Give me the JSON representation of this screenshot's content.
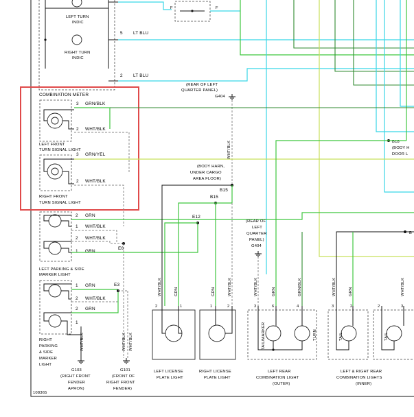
{
  "diagram_id": "108365",
  "components": {
    "left_turn_indic": [
      "LEFT TURN",
      "INDIC"
    ],
    "right_turn_indic": [
      "RIGHT TURN",
      "INDIC"
    ],
    "combination_meter": "COMBINATION METER",
    "left_front_turn": [
      "LEFT FRONT",
      "TURN SIGNAL LIGHT"
    ],
    "right_front_turn": [
      "RIGHT FRONT",
      "TURN SIGNAL LIGHT"
    ],
    "left_parking_side": [
      "LEFT PARKING & SIDE",
      "MARKER LIGHT"
    ],
    "right_parking_side": [
      "RIGHT",
      "PARKING",
      "& SIDE",
      "MARKER",
      "LIGHT"
    ],
    "left_license": [
      "LEFT LICENSE",
      "PLATE LIGHT"
    ],
    "right_license": [
      "RIGHT LICENSE",
      "PLATE LIGHT"
    ],
    "left_rear_combo": [
      "LEFT REAR",
      "COMBINATION LIGHT",
      "(OUTER)"
    ],
    "lr_rear_combo": [
      "LEFT & RIGHT REAR",
      "COMBINATION LIGHTS",
      "(INNER)"
    ]
  },
  "grounds": {
    "g103": [
      "G103",
      "(RIGHT FRONT",
      "FENDER",
      "APRON)"
    ],
    "g101": [
      "G101",
      "(FRONT OF",
      "RIGHT FRONT",
      "FENDER)"
    ],
    "g404_top": [
      "(REAR OF LEFT",
      "QUARTER PANEL)",
      "G404"
    ],
    "g404_mid": [
      "(REAR OF",
      "LEFT",
      "QUARTER",
      "PANEL)",
      "G404"
    ]
  },
  "splices": {
    "b15": "B15",
    "b15_note": [
      "(BODY HARN,",
      "UNDER CARGO",
      "AREA FLOOR)"
    ],
    "b18": "B18",
    "b18_note": [
      "(BODY H",
      "DOOR L"
    ],
    "e12": "E12",
    "e6": "E6",
    "e3": "E3",
    "b_right": "B"
  },
  "wires": {
    "lt_blu": "LT BLU",
    "grn_blk": "GRN/BLK",
    "wht_blk": "WHT/BLK",
    "grn_yel": "GRN/YEL",
    "grn": "GRN",
    "f": "F"
  },
  "pins": {
    "p1": "1",
    "p2": "2",
    "p3": "3",
    "p4": "4",
    "p5": "5",
    "p6": "6"
  },
  "rear_labels": {
    "tail_marker": "TAIL/MARKER",
    "turn": "TURN",
    "tail": "TAIL"
  },
  "colors": {
    "highlight": "#e04a4a",
    "green": "#3ec63e",
    "dark_green": "#2f8a2f",
    "cyan": "#38d6e6",
    "yellow_green": "#c8e05a"
  }
}
